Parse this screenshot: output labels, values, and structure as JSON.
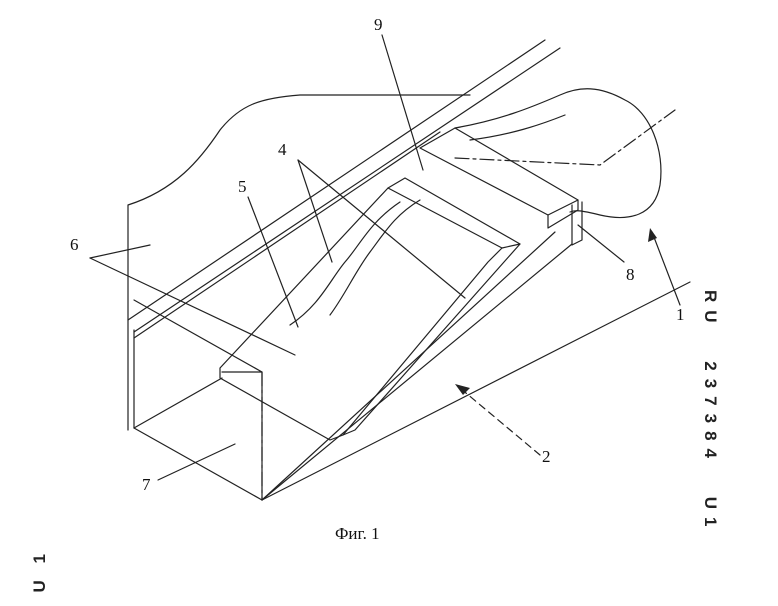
{
  "figure": {
    "caption": "Фиг. 1",
    "side_text": "RU 237384 U1",
    "corner_text": "U 1",
    "callouts": [
      {
        "id": "1",
        "label": "1"
      },
      {
        "id": "2",
        "label": "2"
      },
      {
        "id": "4",
        "label": "4"
      },
      {
        "id": "5",
        "label": "5"
      },
      {
        "id": "6",
        "label": "6"
      },
      {
        "id": "7",
        "label": "7"
      },
      {
        "id": "8",
        "label": "8"
      },
      {
        "id": "9",
        "label": "9"
      }
    ]
  },
  "colors": {
    "line": "#222222",
    "background": "#ffffff"
  }
}
